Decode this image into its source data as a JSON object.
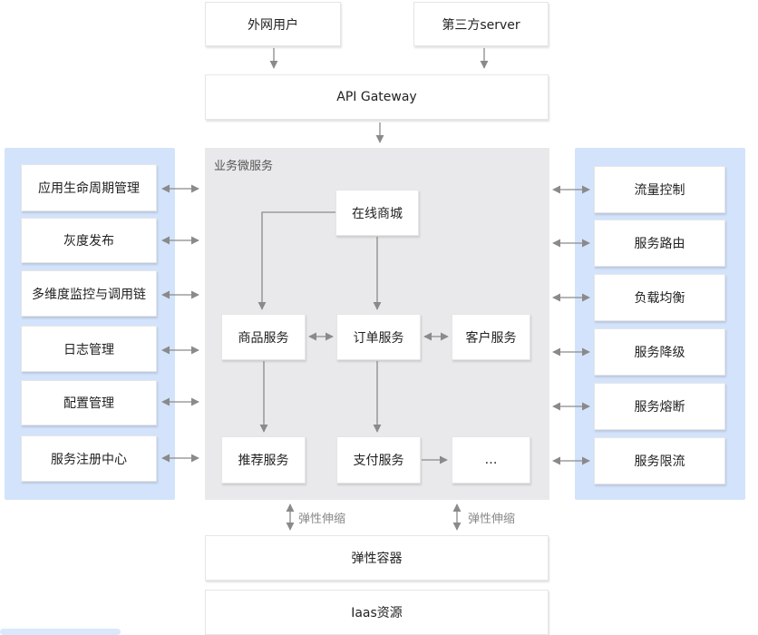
{
  "top": {
    "external_user": "外网用户",
    "third_party": "第三方server",
    "gateway": "API Gateway"
  },
  "business": {
    "title": "业务微服务",
    "mall": "在线商城",
    "goods": "商品服务",
    "order": "订单服务",
    "customer": "客户服务",
    "recommend": "推荐服务",
    "payment": "支付服务",
    "more": "…"
  },
  "left_panel": {
    "items": [
      "应用生命周期管理",
      "灰度发布",
      "多维度监控与调用链",
      "日志管理",
      "配置管理",
      "服务注册中心"
    ]
  },
  "right_panel": {
    "items": [
      "流量控制",
      "服务路由",
      "负载均衡",
      "服务降级",
      "服务熔断",
      "服务限流"
    ]
  },
  "bottom": {
    "scale_left": "弹性伸缩",
    "scale_right": "弹性伸缩",
    "container": "弹性容器",
    "iaas": "Iaas资源"
  },
  "colors": {
    "panel_blue": "#d3e3fb",
    "panel_gray": "#e9e9eb",
    "arrow": "#8a8a8a"
  }
}
